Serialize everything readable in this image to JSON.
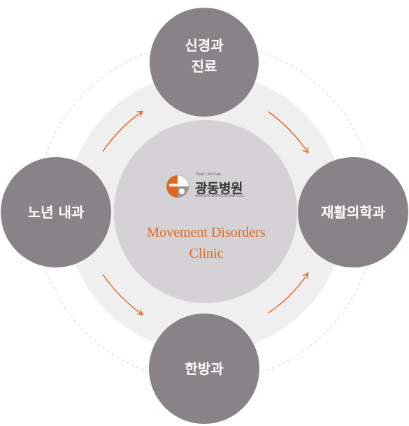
{
  "colors": {
    "outer_ring": "#efefef",
    "center_circle": "#d4d2d4",
    "node_circle": "#888386",
    "arrow": "#e0661f",
    "dashed_ring": "#cfcfcf"
  },
  "nodes": {
    "top": {
      "line1": "신경과",
      "line2": "진료"
    },
    "left": {
      "label": "노년 내과"
    },
    "right": {
      "label": "재활의학과"
    },
    "bottom": {
      "label": "한방과"
    }
  },
  "logo": {
    "tagline": "Total Life Care",
    "name": "광동병원",
    "english": "KWANGDONG HOSPITAL",
    "icon": "kwangdong-logo-icon"
  },
  "center": {
    "title_line1": "Movement Disorders",
    "title_line2": "Clinic"
  }
}
